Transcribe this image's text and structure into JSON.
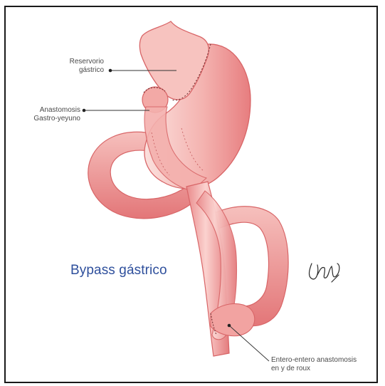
{
  "title": "Bypass gástrico",
  "labels": {
    "reservorio_line1": "Reservorio",
    "reservorio_line2": "gástrico",
    "anastomosis_line1": "Anastomosis",
    "anastomosis_line2": "Gastro-yeyuno",
    "entero_line1": "Entero-entero anastomosis",
    "entero_line2": "en y de roux"
  },
  "colors": {
    "tissue": "#f2a6a4",
    "tissue_dark": "#dd6b6e",
    "tissue_light": "#fbd9d6",
    "title": "#2e4f9c",
    "label": "#4a4a4a",
    "frame": "#1a1a1a"
  },
  "icons": [
    "signature"
  ]
}
